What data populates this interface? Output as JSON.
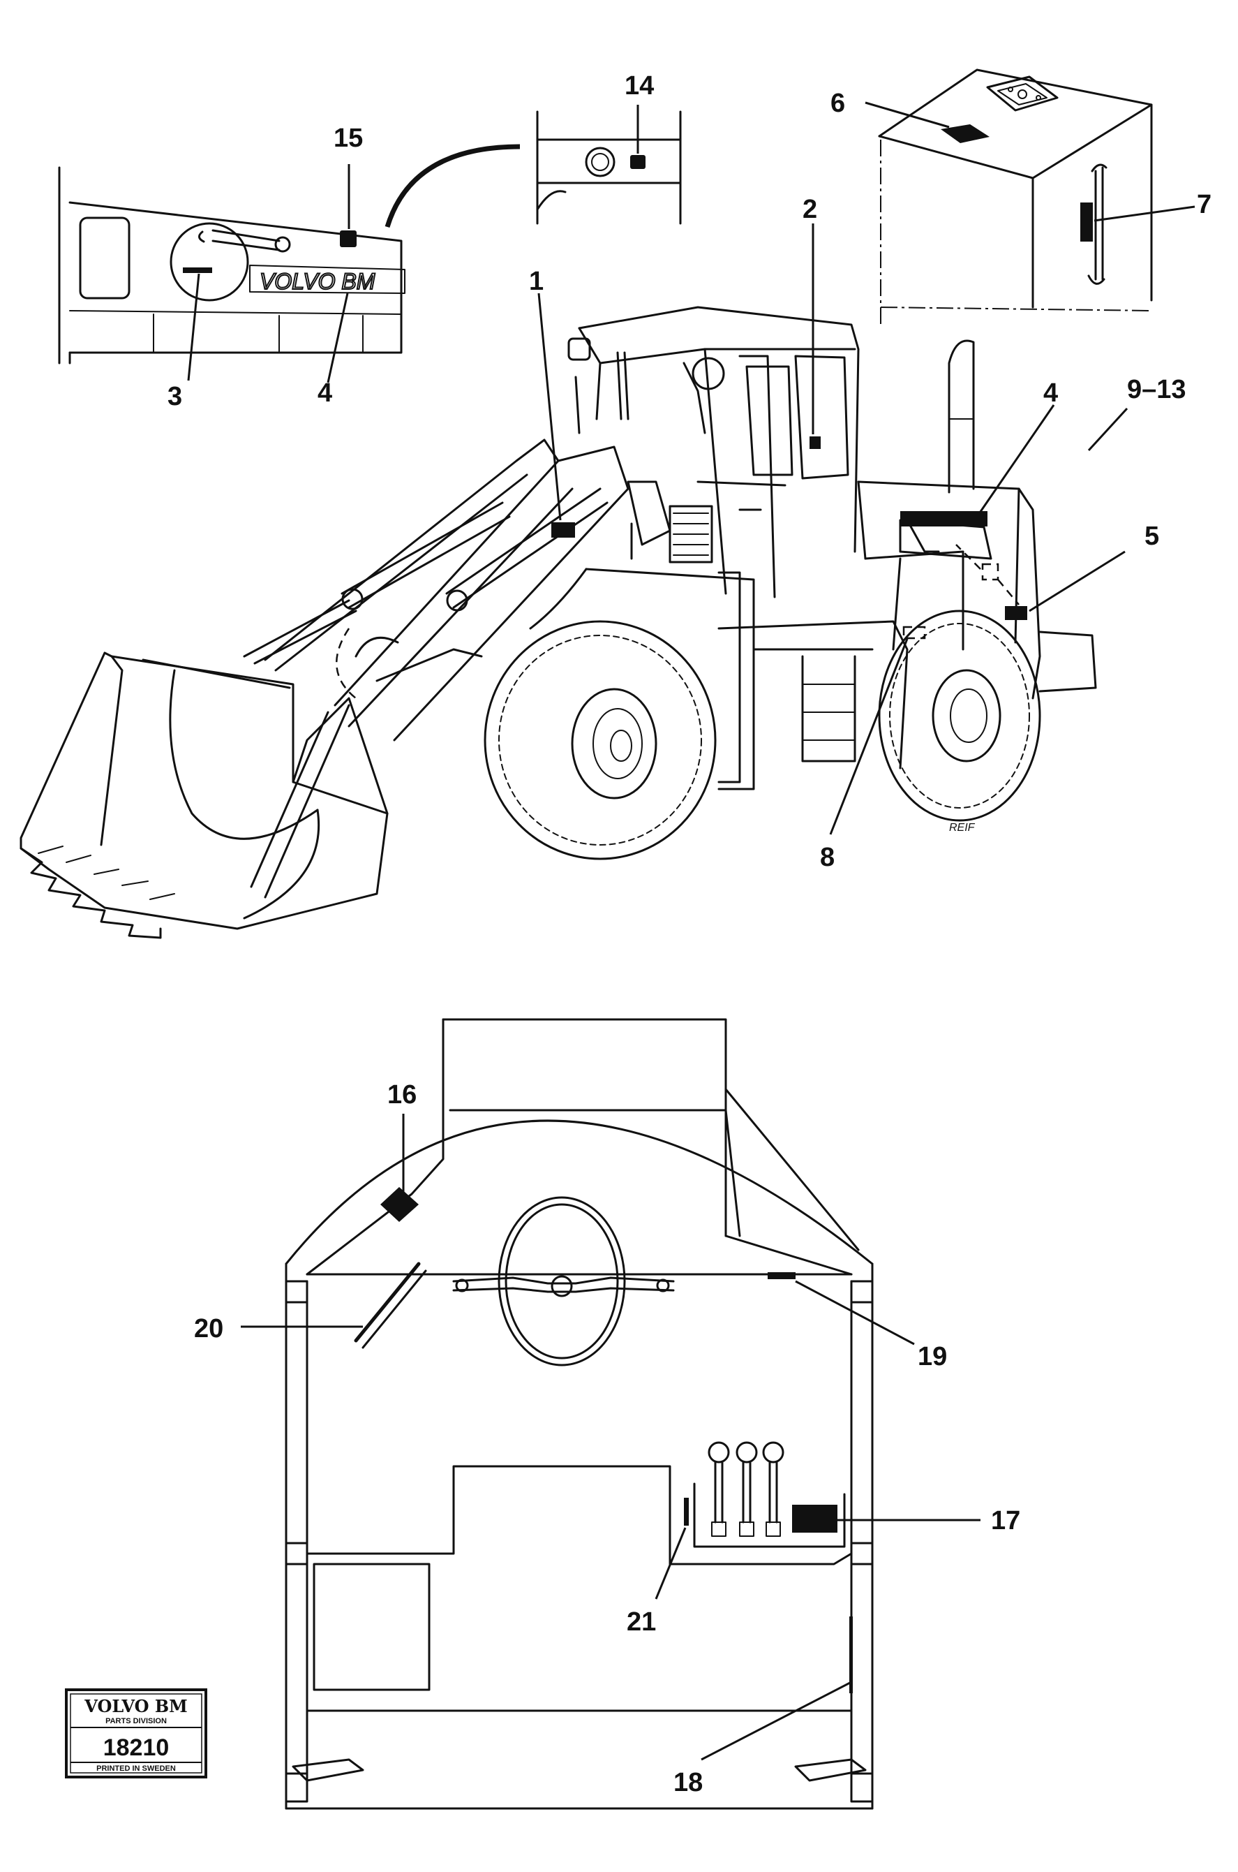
{
  "callouts": [
    {
      "id": "c1",
      "text": "1"
    },
    {
      "id": "c2",
      "text": "2"
    },
    {
      "id": "c3",
      "text": "3"
    },
    {
      "id": "c4a",
      "text": "4"
    },
    {
      "id": "c4b",
      "text": "4"
    },
    {
      "id": "c5",
      "text": "5"
    },
    {
      "id": "c6",
      "text": "6"
    },
    {
      "id": "c7",
      "text": "7"
    },
    {
      "id": "c8",
      "text": "8"
    },
    {
      "id": "c9",
      "text": "9–13"
    },
    {
      "id": "c14",
      "text": "14"
    },
    {
      "id": "c15",
      "text": "15"
    },
    {
      "id": "c16",
      "text": "16"
    },
    {
      "id": "c17",
      "text": "17"
    },
    {
      "id": "c18",
      "text": "18"
    },
    {
      "id": "c19",
      "text": "19"
    },
    {
      "id": "c20",
      "text": "20"
    },
    {
      "id": "c21",
      "text": "21"
    }
  ],
  "panel_lettering": "VOLVO BM",
  "stamp": {
    "brand": "VOLVO BM",
    "division": "PARTS DIVISION",
    "number": "18210",
    "footer": "PRINTED IN SWEDEN"
  }
}
